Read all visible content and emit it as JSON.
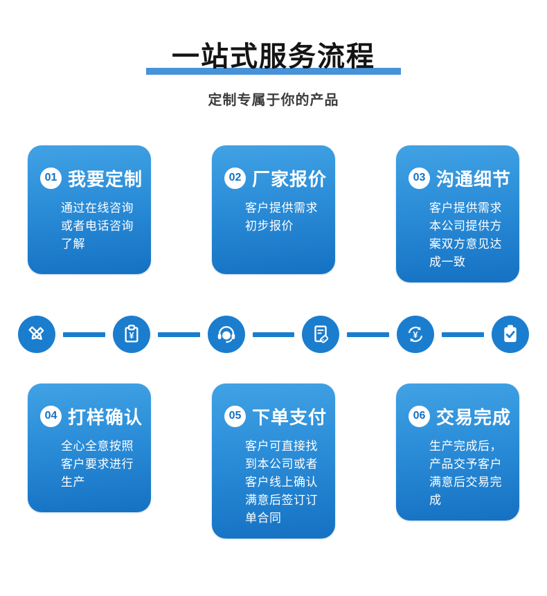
{
  "header": {
    "title": "一站式服务流程",
    "subtitle": "定制专属于你的产品"
  },
  "steps": [
    {
      "number": "01",
      "title": "我要定制",
      "description": "通过在线咨询或者电话咨询了解"
    },
    {
      "number": "02",
      "title": "厂家报价",
      "description": "客户提供需求初步报价"
    },
    {
      "number": "03",
      "title": "沟通细节",
      "description": "客户提供需求本公司提供方案双方意见达成一致"
    },
    {
      "number": "04",
      "title": "打样确认",
      "description": "全心全意按照客户要求进行生产"
    },
    {
      "number": "05",
      "title": "下单支付",
      "description": "客户可直接找到本公司或者客户线上确认满意后签订订单合同"
    },
    {
      "number": "06",
      "title": "交易完成",
      "description": "生产完成后，产品交予客户满意后交易完成"
    }
  ],
  "process_icons": [
    "crossed-pens-design",
    "price-quote-clipboard-yen",
    "customer-service-headset",
    "order-document-with-tag",
    "yen-payment-exchange",
    "completed-clipboard-check"
  ],
  "colors": {
    "accent_bar": "#4793DA",
    "card_gradient_top": "#41A2E4",
    "card_gradient_bottom": "#1571C3",
    "icon_blue": "#1B7DCE",
    "number_blue": "#1570C3",
    "title_text": "#141414",
    "subtitle_text": "#3C3C3C"
  }
}
